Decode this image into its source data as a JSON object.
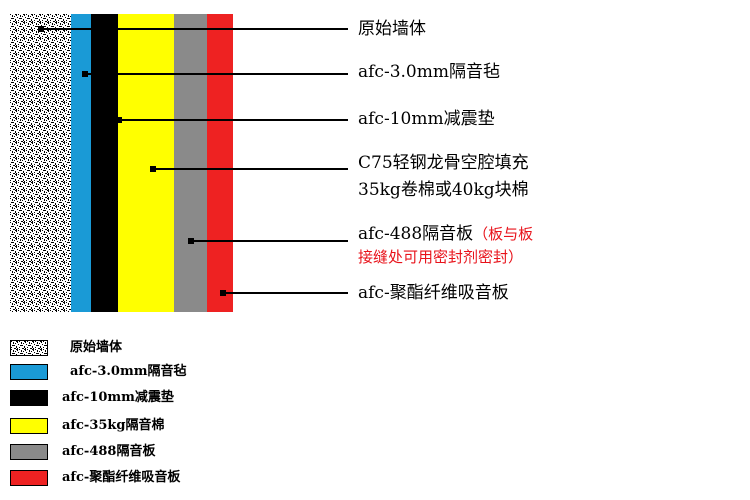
{
  "colors": {
    "wall_noise": "#000000",
    "felt": "#1a9ad6",
    "damper": "#000000",
    "cotton": "#ffff00",
    "board": "#8a8a8a",
    "absorb": "#ee2222",
    "note": "#e8121a"
  },
  "callouts": {
    "wall": "原始墙体",
    "felt": "afc-3.0mm隔音毡",
    "damper": "afc-10mm减震垫",
    "keel_line1": "C75轻钢龙骨空腔填充",
    "keel_line2": "35kg卷棉或40kg块棉",
    "board": "afc-488隔音板",
    "board_note_line1": "（板与板",
    "board_note_line2": "接缝处可用密封剂密封）",
    "absorb": "afc-聚酯纤维吸音板"
  },
  "legend": {
    "wall": "原始墙体",
    "felt": "afc-3.0mm隔音毡",
    "damper": "afc-10mm减震垫",
    "cotton": "afc-35kg隔音棉",
    "board": "afc-488隔音板",
    "absorb": "afc-聚酯纤维吸音板"
  }
}
